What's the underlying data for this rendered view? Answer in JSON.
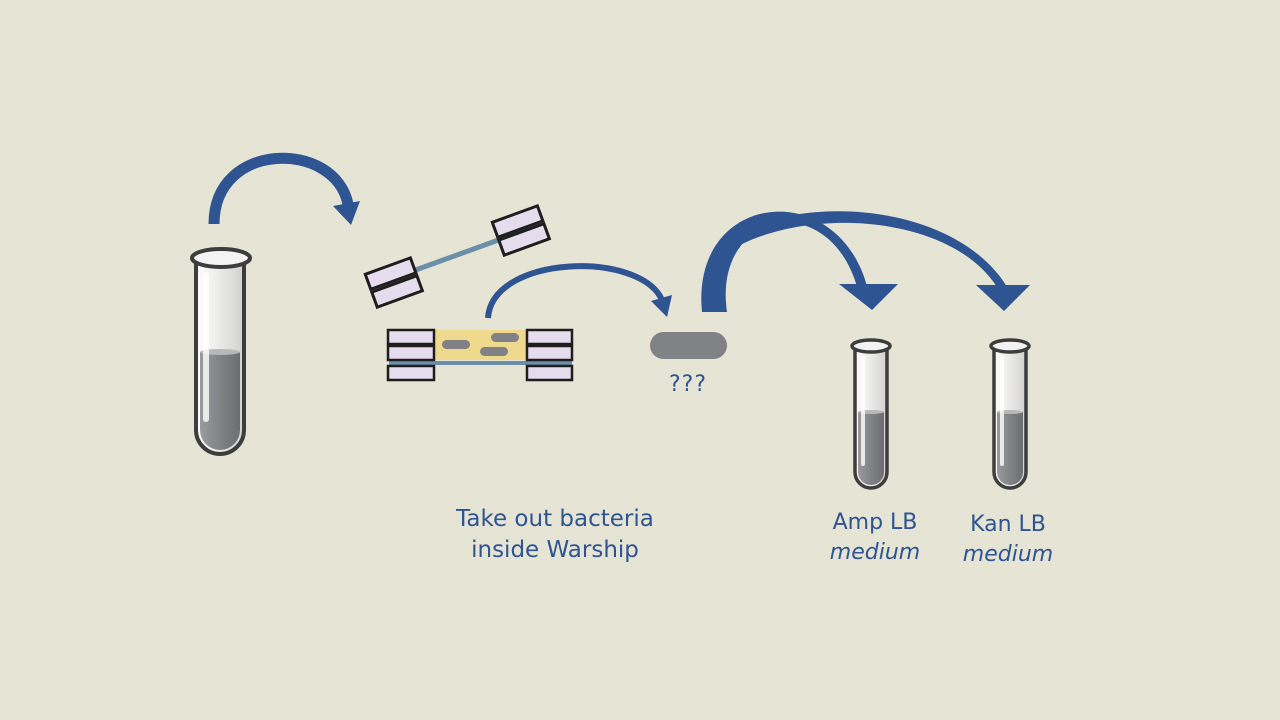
{
  "diagram": {
    "step_caption": [
      "Take out bacteria",
      "inside Warship"
    ],
    "unknown_label": "???",
    "media": [
      {
        "name": "Amp LB",
        "kind": "medium"
      },
      {
        "name": "Kan LB",
        "kind": "medium"
      }
    ]
  },
  "colors": {
    "background": "#e6e4d5",
    "arrow": "#2e5491",
    "text": "#2e5491",
    "liquid": "#808285",
    "gel": "#efd98c",
    "clamp_block": "#e5dced",
    "rod": "#6b8fa8",
    "outline": "#222222"
  },
  "icons": [
    "test-tube-icon",
    "curved-arrow-icon",
    "warship-device-icon",
    "bacteria-icon"
  ]
}
